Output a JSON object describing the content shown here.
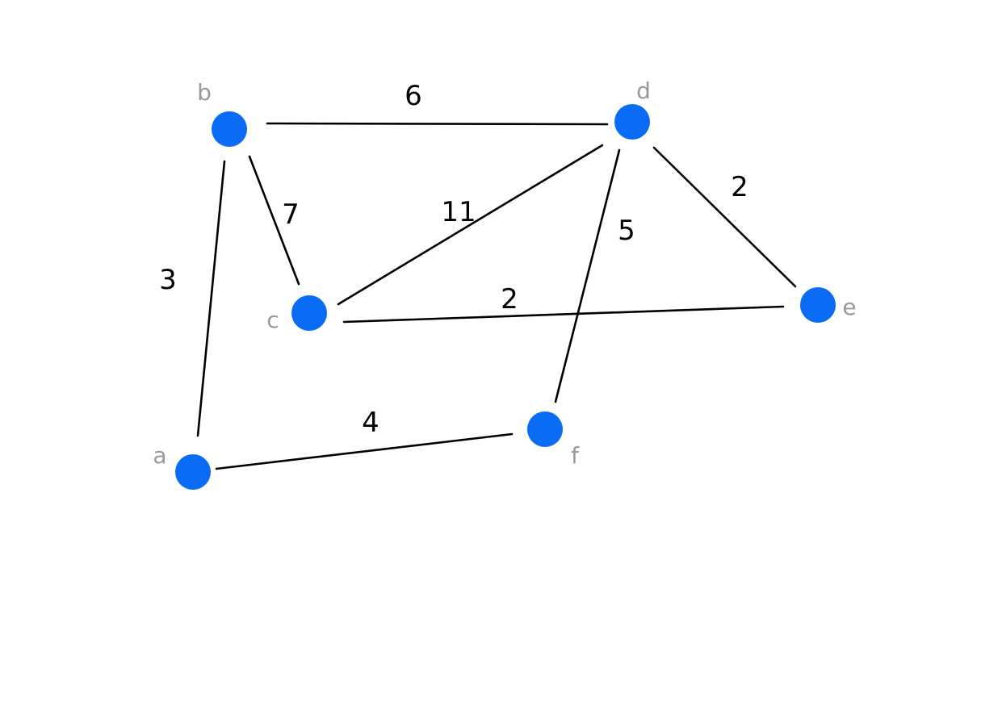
{
  "graph": {
    "nodes": [
      {
        "id": "a",
        "label": "a"
      },
      {
        "id": "b",
        "label": "b"
      },
      {
        "id": "c",
        "label": "c"
      },
      {
        "id": "d",
        "label": "d"
      },
      {
        "id": "e",
        "label": "e"
      },
      {
        "id": "f",
        "label": "f"
      }
    ],
    "edges": [
      {
        "from": "b",
        "to": "d",
        "weight": "6"
      },
      {
        "from": "b",
        "to": "a",
        "weight": "3"
      },
      {
        "from": "b",
        "to": "c",
        "weight": "7"
      },
      {
        "from": "c",
        "to": "d",
        "weight": "11"
      },
      {
        "from": "c",
        "to": "e",
        "weight": "2"
      },
      {
        "from": "d",
        "to": "f",
        "weight": "5"
      },
      {
        "from": "d",
        "to": "e",
        "weight": "2"
      },
      {
        "from": "a",
        "to": "f",
        "weight": "4"
      }
    ],
    "node_color": "#0a6cf5",
    "label_color": "#999999",
    "edge_color": "#000000"
  }
}
